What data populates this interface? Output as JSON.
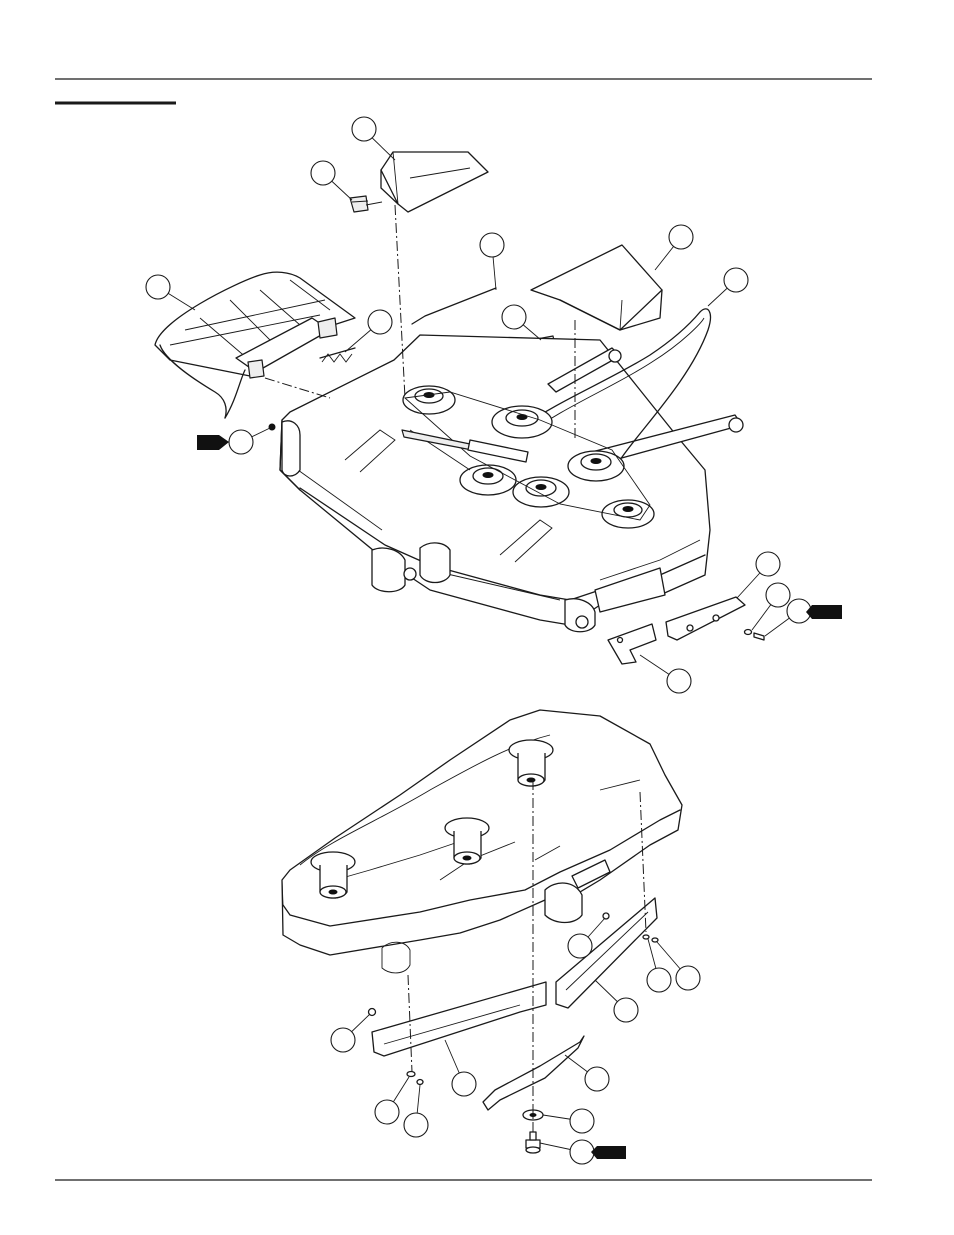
{
  "page": {
    "rules": [
      "top-rule",
      "bottom-rule",
      "header-underline"
    ]
  },
  "diagram": {
    "upper_assembly": "mower-deck-top-view",
    "lower_assembly": "mower-deck-underside-view",
    "callout_count": 24,
    "arrow_tag_count": 3
  }
}
